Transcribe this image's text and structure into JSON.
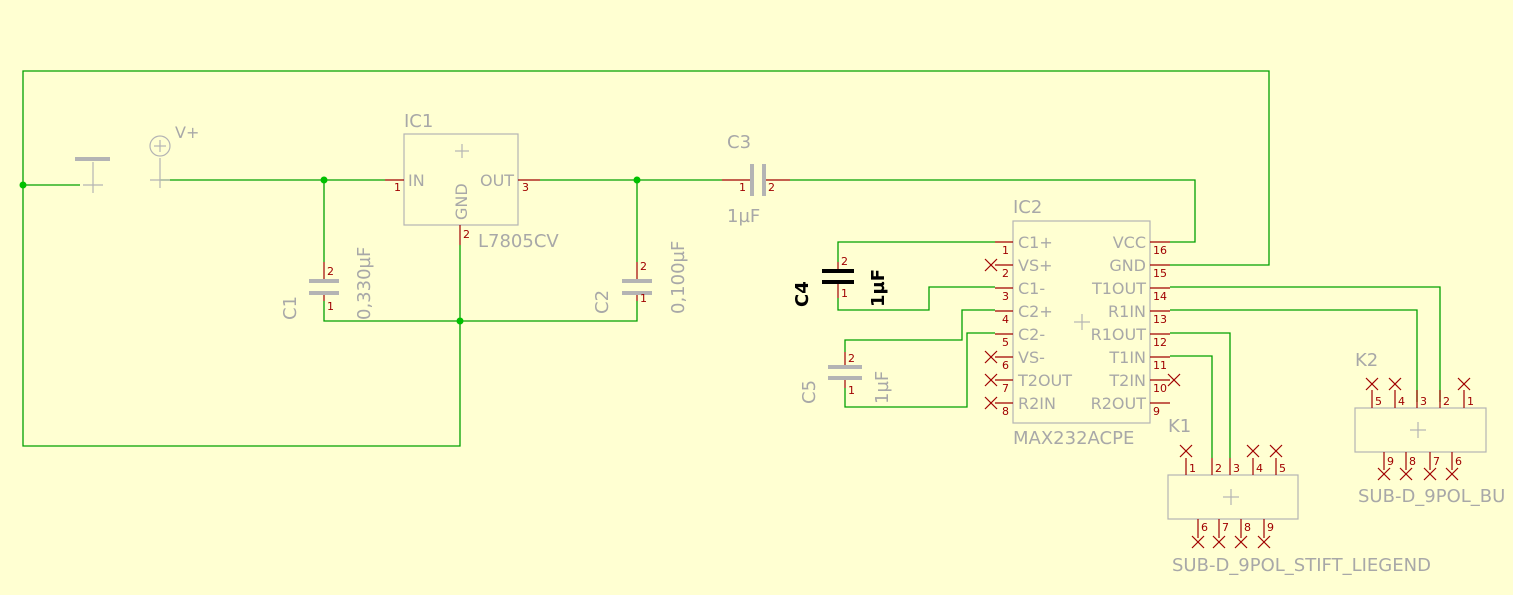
{
  "components": {
    "ic1": {
      "name": "IC1",
      "value": "L7805CV",
      "pins": {
        "in": "IN",
        "out": "OUT",
        "gnd": "GND",
        "in_num": "1",
        "out_num": "3",
        "gnd_num": "2"
      }
    },
    "c1": {
      "name": "C1",
      "value": "0,330µF",
      "pin1": "1",
      "pin2": "2"
    },
    "c2": {
      "name": "C2",
      "value": "0,100µF",
      "pin1": "1",
      "pin2": "2"
    },
    "c3": {
      "name": "C3",
      "value": "1µF",
      "pin1": "1",
      "pin2": "2"
    },
    "c4": {
      "name": "C4",
      "value": "1µF",
      "pin1": "1",
      "pin2": "2"
    },
    "c5": {
      "name": "C5",
      "value": "1µF",
      "pin1": "1",
      "pin2": "2"
    },
    "vplus": {
      "name": "V+"
    },
    "ic2": {
      "name": "IC2",
      "value": "MAX232ACPE",
      "left_pins": [
        {
          "label": "C1+",
          "num": "1"
        },
        {
          "label": "VS+",
          "num": "2"
        },
        {
          "label": "C1-",
          "num": "3"
        },
        {
          "label": "C2+",
          "num": "4"
        },
        {
          "label": "C2-",
          "num": "5"
        },
        {
          "label": "VS-",
          "num": "6"
        },
        {
          "label": "T2OUT",
          "num": "7"
        },
        {
          "label": "R2IN",
          "num": "8"
        }
      ],
      "right_pins": [
        {
          "label": "VCC",
          "num": "16"
        },
        {
          "label": "GND",
          "num": "15"
        },
        {
          "label": "T1OUT",
          "num": "14"
        },
        {
          "label": "R1IN",
          "num": "13"
        },
        {
          "label": "R1OUT",
          "num": "12"
        },
        {
          "label": "T1IN",
          "num": "11"
        },
        {
          "label": "T2IN",
          "num": "10"
        },
        {
          "label": "R2OUT",
          "num": "9"
        }
      ]
    },
    "k1": {
      "name": "K1",
      "value": "SUB-D_9POL_STIFT_LIEGEND",
      "top_pins": [
        "1",
        "2",
        "3",
        "4",
        "5"
      ],
      "bottom_pins": [
        "6",
        "7",
        "8",
        "9"
      ]
    },
    "k2": {
      "name": "K2",
      "value": "SUB-D_9POL_BU",
      "top_pins": [
        "5",
        "4",
        "3",
        "2",
        "1"
      ],
      "bottom_pins": [
        "9",
        "8",
        "7",
        "6"
      ]
    }
  },
  "colors": {
    "background": "#ffffd2",
    "wire": "#00a000",
    "pin": "#a00000",
    "component": "#b4b4b4",
    "selected": "#000000"
  }
}
